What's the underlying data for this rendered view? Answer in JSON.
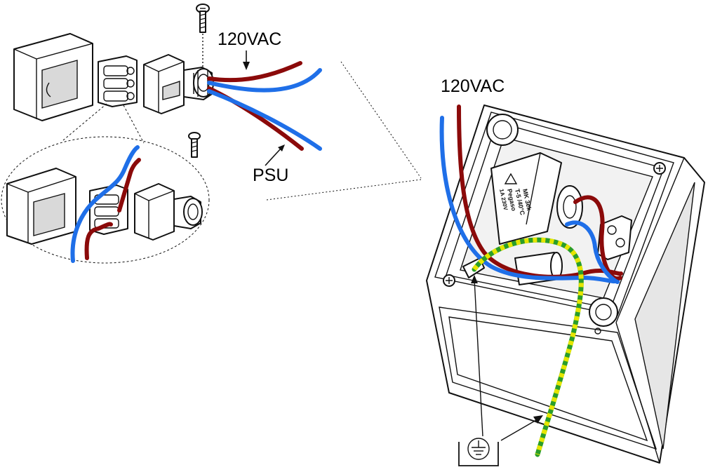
{
  "labels": {
    "supply_top": "120VAC",
    "psu": "PSU",
    "supply_right": "120VAC"
  },
  "box_text": {
    "line1": "MK 3ek",
    "line2": "T-5 /40°C",
    "line3": "Pegaso",
    "line4": "1A 230V"
  },
  "colors": {
    "live_wire": "#8b0a0a",
    "neutral_wire": "#1f6fe8",
    "earth_green": "#2a9d2a",
    "earth_yellow": "#e6e600",
    "outline": "#111111"
  },
  "icons": [
    "screw-icon",
    "earth-ground-icon",
    "warning-triangle-icon"
  ]
}
